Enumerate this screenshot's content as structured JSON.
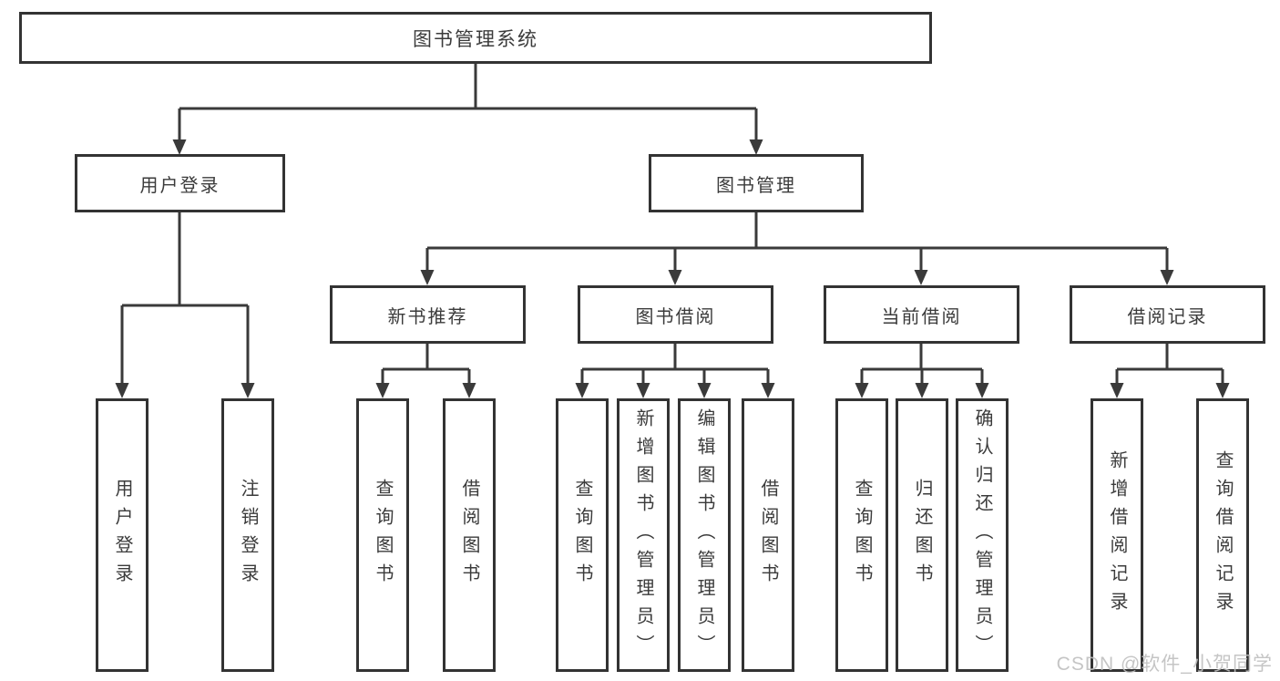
{
  "diagram_title": "图书管理系统",
  "colors": {
    "line": "#3a3a3a",
    "box_border": "#333333",
    "text": "#3b3b3b",
    "background": "#ffffff",
    "watermark": "#bfbfbf"
  },
  "tree": {
    "root": "图书管理系统",
    "children": [
      {
        "label": "用户登录",
        "children": [
          "用户登录",
          "注销登录"
        ]
      },
      {
        "label": "图书管理",
        "children": [
          {
            "label": "新书推荐",
            "children": [
              "查询图书",
              "借阅图书"
            ]
          },
          {
            "label": "图书借阅",
            "children": [
              "查询图书",
              "新增图书（管理员）",
              "编辑图书（管理员）",
              "借阅图书"
            ]
          },
          {
            "label": "当前借阅",
            "children": [
              "查询图书",
              "归还图书",
              "确认归还（管理员）"
            ]
          },
          {
            "label": "借阅记录",
            "children": [
              "新增借阅记录",
              "查询借阅记录"
            ]
          }
        ]
      }
    ]
  },
  "watermark": {
    "text": "CSDN @软件_小贺同学"
  }
}
